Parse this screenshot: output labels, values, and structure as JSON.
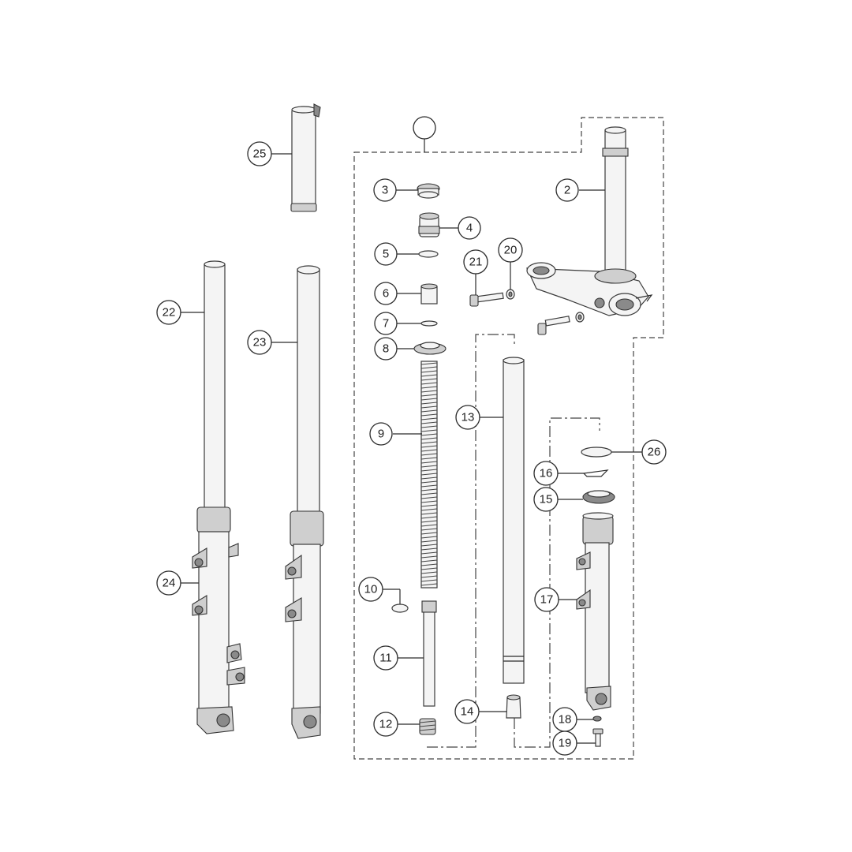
{
  "callouts": {
    "c2": "2",
    "c3": "3",
    "c4": "4",
    "c5": "5",
    "c6": "6",
    "c7": "7",
    "c8": "8",
    "c9": "9",
    "c10": "10",
    "c11": "11",
    "c12": "12",
    "c13": "13",
    "c14": "14",
    "c15": "15",
    "c16": "16",
    "c17": "17",
    "c18": "18",
    "c19": "19",
    "c20": "20",
    "c21": "21",
    "c22": "22",
    "c23": "23",
    "c24": "24",
    "c25": "25",
    "c26": "26",
    "c_group": ""
  },
  "colors": {
    "line": "#2b2b2b",
    "fill": "#f4f4f4",
    "background": "#ffffff"
  }
}
